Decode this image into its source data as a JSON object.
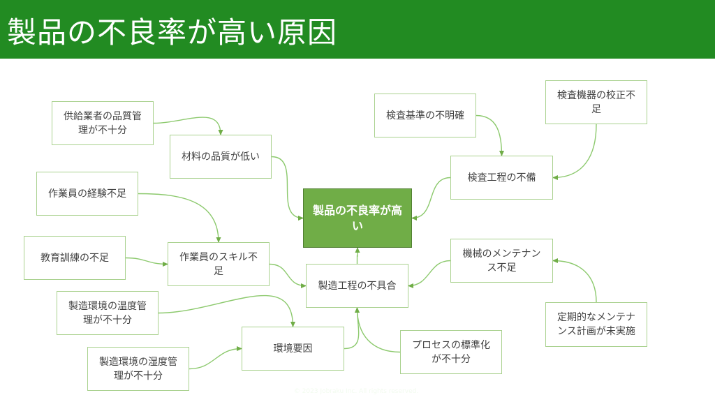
{
  "header": {
    "title": "製品の不良率が高い原因",
    "color": "#228b22"
  },
  "diagram": {
    "colors": {
      "node_border": "#a9d18e",
      "center_fill": "#70ad47",
      "edge": "#8cc96d",
      "arrow": "#70ad47"
    },
    "center": {
      "id": "center",
      "label": "製品の不良率が高い"
    },
    "nodes": [
      {
        "id": "supplier_qc",
        "label": "供給業者の品質管理が不十分"
      },
      {
        "id": "material_quality",
        "label": "材料の品質が低い"
      },
      {
        "id": "worker_experience",
        "label": "作業員の経験不足"
      },
      {
        "id": "training",
        "label": "教育訓練の不足"
      },
      {
        "id": "worker_skill",
        "label": "作業員のスキル不足"
      },
      {
        "id": "temp_control",
        "label": "製造環境の温度管理が不十分"
      },
      {
        "id": "humidity_control",
        "label": "製造環境の湿度管理が不十分"
      },
      {
        "id": "environment",
        "label": "環境要因"
      },
      {
        "id": "process_defect",
        "label": "製造工程の不具合"
      },
      {
        "id": "process_standard",
        "label": "プロセスの標準化が不十分"
      },
      {
        "id": "inspect_criteria",
        "label": "検査基準の不明確"
      },
      {
        "id": "inspect_calibration",
        "label": "検査機器の校正不足"
      },
      {
        "id": "inspect_process",
        "label": "検査工程の不備"
      },
      {
        "id": "machine_maintenance",
        "label": "機械のメンテナンス不足"
      },
      {
        "id": "maintenance_plan",
        "label": "定期的なメンテナンス計画が未実施"
      }
    ],
    "edges": [
      {
        "from": "supplier_qc",
        "to": "material_quality"
      },
      {
        "from": "material_quality",
        "to": "center"
      },
      {
        "from": "worker_experience",
        "to": "worker_skill"
      },
      {
        "from": "training",
        "to": "worker_skill"
      },
      {
        "from": "worker_skill",
        "to": "process_defect"
      },
      {
        "from": "temp_control",
        "to": "environment"
      },
      {
        "from": "humidity_control",
        "to": "environment"
      },
      {
        "from": "environment",
        "to": "process_defect"
      },
      {
        "from": "process_standard",
        "to": "process_defect"
      },
      {
        "from": "process_defect",
        "to": "center"
      },
      {
        "from": "inspect_criteria",
        "to": "inspect_process"
      },
      {
        "from": "inspect_calibration",
        "to": "inspect_process"
      },
      {
        "from": "inspect_process",
        "to": "center"
      },
      {
        "from": "machine_maintenance",
        "to": "process_defect"
      },
      {
        "from": "maintenance_plan",
        "to": "machine_maintenance"
      }
    ]
  },
  "footer": {
    "watermark": "© 2023 Jobraku Inc. All rights reserved."
  }
}
